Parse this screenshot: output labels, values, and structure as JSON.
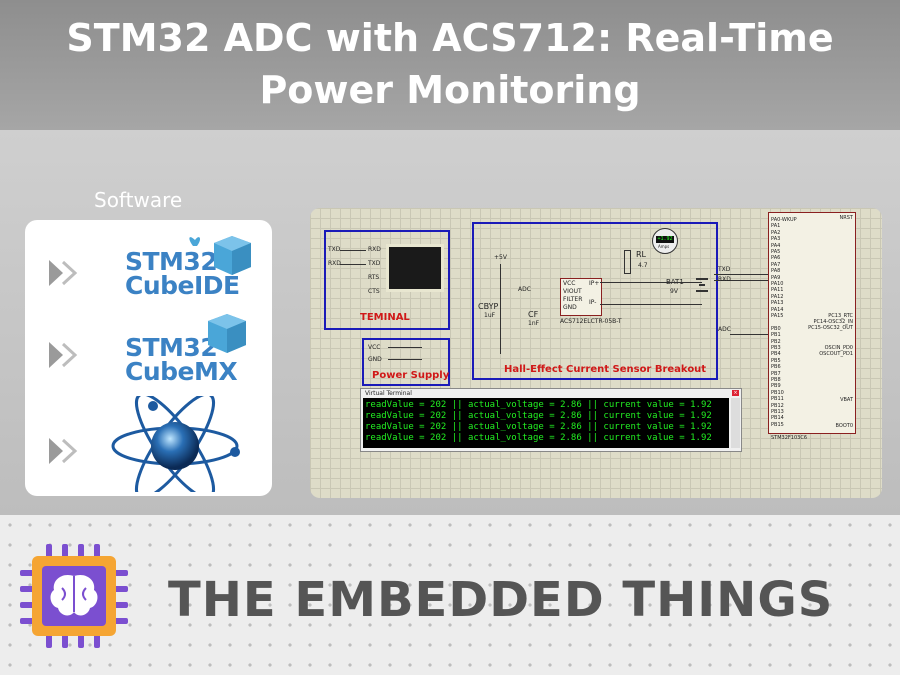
{
  "title": {
    "line1": "STM32 ADC with ACS712: Real-Time",
    "line2": "Power Monitoring"
  },
  "software": {
    "label": "Software",
    "items": [
      {
        "name": "STM32 CubeIDE",
        "line1": "STM32",
        "line2": "CubeIDE",
        "icon": "cube-butterfly-icon"
      },
      {
        "name": "STM32 CubeMX",
        "line1": "STM32",
        "line2": "CubeMX",
        "icon": "cube-icon"
      },
      {
        "name": "Proteus",
        "icon": "proteus-atom-icon"
      }
    ]
  },
  "schematic": {
    "terminal_label": "TEMINAL",
    "terminal_pins": [
      "RXD",
      "TXD",
      "RTS",
      "CTS"
    ],
    "terminal_nets": [
      "TXD",
      "RXD"
    ],
    "power_label": "Power Supply",
    "power_nets": [
      "VCC",
      "GND"
    ],
    "sensor_label": "Hall-Effect Current Sensor Breakout",
    "sensor_chip": "ACS712ELCTR-05B-T",
    "sensor_pins": [
      "VCC",
      "VIOUT",
      "FILTER",
      "GND",
      "IP+",
      "IP-"
    ],
    "supply": "+5V",
    "adc_net": "ADC",
    "cbyp": "CBYP",
    "cbyp_val": "1uF",
    "cf": "CF",
    "cf_val": "1nF",
    "rl": "RL",
    "rl_val": "4.7",
    "ammeter": "+1.92",
    "ammeter_unit": "Amps",
    "bat": "BAT1",
    "bat_val": "9V",
    "mcu_part": "STM32F103C6",
    "mcu_left_pins": [
      "PA0-WKUP",
      "PA1",
      "PA2",
      "PA3",
      "PA4",
      "PA5",
      "PA6",
      "PA7",
      "PA8",
      "PA9",
      "PA10",
      "PA11",
      "PA12",
      "PA13",
      "PA14",
      "PA15",
      "",
      "PB0",
      "PB1",
      "PB2",
      "PB3",
      "PB4",
      "PB5",
      "PB6",
      "PB7",
      "PB8",
      "PB9",
      "PB10",
      "PB11",
      "PB12",
      "PB13",
      "PB14",
      "PB15"
    ],
    "mcu_right_pins": [
      "NRST",
      "PC13_RTC",
      "PC14-OSC32_IN",
      "PC15-OSC32_OUT",
      "OSCIN_PD0",
      "OSCOUT_PD1",
      "VBAT",
      "BOOT0"
    ],
    "mcu_nets": [
      "TXD",
      "RXD",
      "ADC"
    ]
  },
  "virtual_terminal": {
    "title": "Virtual Terminal",
    "lines": [
      "readValue = 202 || actual_voltage = 2.86 || current value = 1.92",
      "readValue = 202 || actual_voltage = 2.86 || current value = 1.92",
      "readValue = 202 || actual_voltage = 2.86 || current value = 1.92",
      "readValue = 202 || actual_voltage = 2.86 || current value = 1.92"
    ]
  },
  "brand": {
    "name": "THE EMBEDDED THINGS",
    "icon": "brain-chip-icon"
  },
  "colors": {
    "accent_blue": "#3b82c4",
    "cube_blue": "#4aa6d8",
    "terminal_green": "#22ee22",
    "block_border": "#1a1ab8",
    "label_red": "#d01818",
    "chip_orange": "#f5a533",
    "chip_purple": "#7b4fd0",
    "brand_gray": "#555555"
  }
}
